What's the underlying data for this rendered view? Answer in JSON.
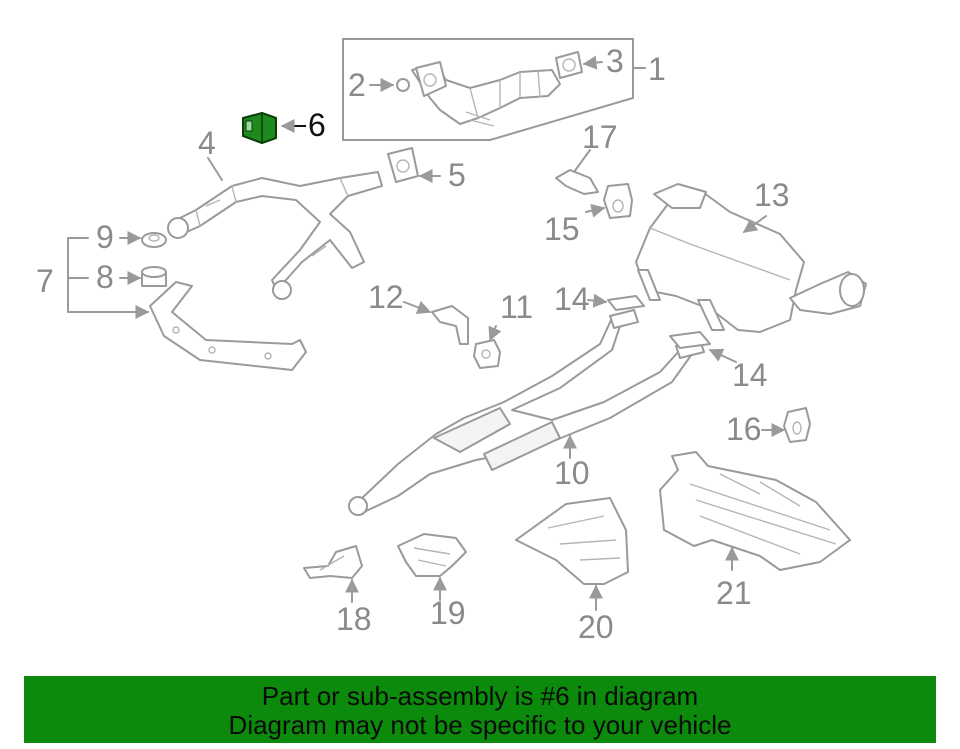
{
  "callouts": {
    "c1": "1",
    "c2": "2",
    "c3": "3",
    "c4": "4",
    "c5": "5",
    "c6": "6",
    "c7": "7",
    "c8": "8",
    "c9": "9",
    "c10": "10",
    "c11": "11",
    "c12": "12",
    "c13": "13",
    "c14a": "14",
    "c14b": "14",
    "c15": "15",
    "c16": "16",
    "c17": "17",
    "c18": "18",
    "c19": "19",
    "c20": "20",
    "c21": "21"
  },
  "banner": {
    "line1": "Part or sub-assembly is #6 in diagram",
    "line2": "Diagram may not be specific to your vehicle"
  },
  "colors": {
    "highlight_part": "#1e8a1e",
    "banner_background": "#0b8a0b",
    "line_art": "#9a9a9a"
  }
}
